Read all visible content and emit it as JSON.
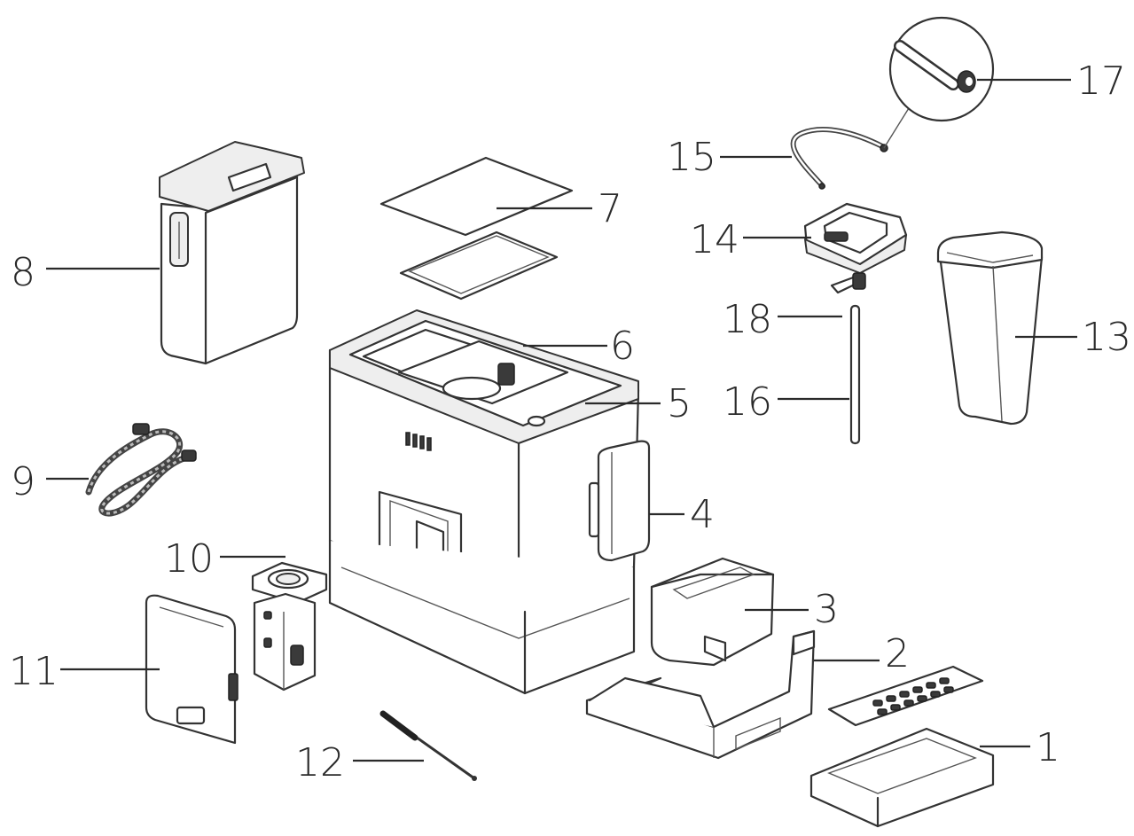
{
  "diagram": {
    "colors": {
      "line": "#333333",
      "label": "#2a2a2a",
      "background": "#ffffff"
    },
    "callouts": [
      {
        "id": "1",
        "label": "1"
      },
      {
        "id": "2",
        "label": "2"
      },
      {
        "id": "3",
        "label": "3"
      },
      {
        "id": "4",
        "label": "4"
      },
      {
        "id": "5",
        "label": "5"
      },
      {
        "id": "6",
        "label": "6"
      },
      {
        "id": "7",
        "label": "7"
      },
      {
        "id": "8",
        "label": "8"
      },
      {
        "id": "9",
        "label": "9"
      },
      {
        "id": "10",
        "label": "10"
      },
      {
        "id": "11",
        "label": "11"
      },
      {
        "id": "12",
        "label": "12"
      },
      {
        "id": "13",
        "label": "13"
      },
      {
        "id": "14",
        "label": "14"
      },
      {
        "id": "15",
        "label": "15"
      },
      {
        "id": "16",
        "label": "16"
      },
      {
        "id": "17",
        "label": "17"
      },
      {
        "id": "18",
        "label": "18"
      }
    ]
  }
}
